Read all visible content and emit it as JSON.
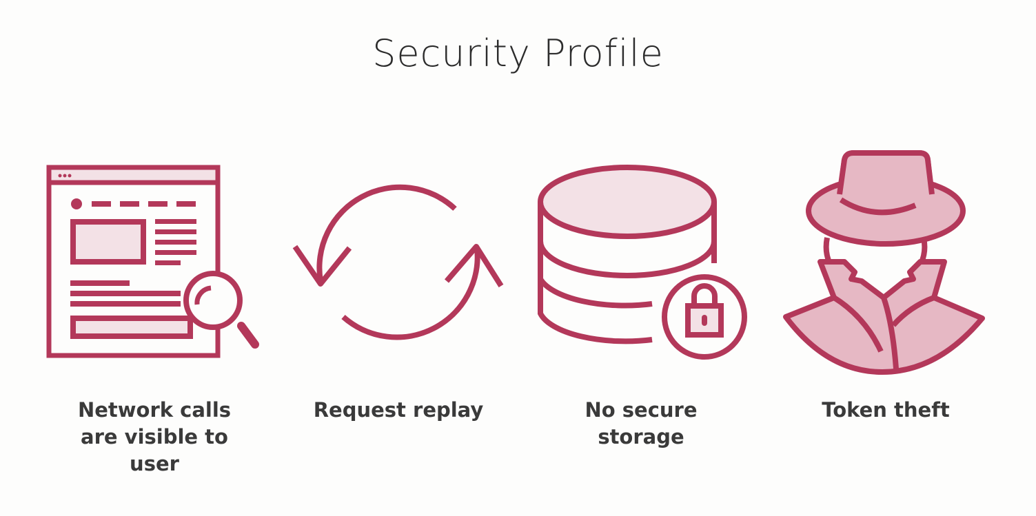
{
  "slide": {
    "title": "Security Profile",
    "accent_color": "#b3385a",
    "light_fill": "#f3e1e6",
    "mid_fill": "#e6b8c4",
    "items": [
      {
        "icon": "browser-magnifier-icon",
        "caption_lines": [
          "Network calls",
          "are visible to",
          "user"
        ]
      },
      {
        "icon": "refresh-arrows-icon",
        "caption_lines": [
          "Request replay"
        ]
      },
      {
        "icon": "database-lock-icon",
        "caption_lines": [
          "No secure",
          "storage"
        ]
      },
      {
        "icon": "spy-icon",
        "caption_lines": [
          "Token theft"
        ]
      }
    ]
  }
}
